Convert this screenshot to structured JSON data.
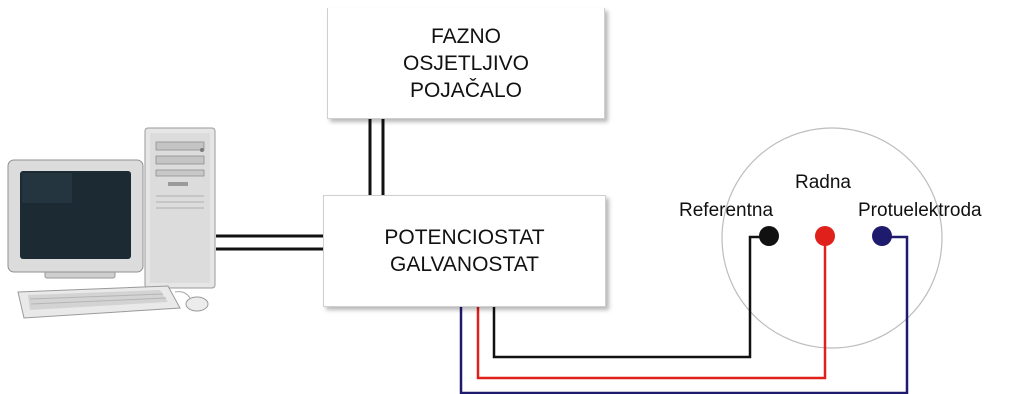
{
  "amplifier": {
    "lines": [
      "FAZNO",
      "OSJETLJIVO",
      "POJAČALO"
    ]
  },
  "potentiostat": {
    "lines": [
      "POTENCIOSTAT",
      "GALVANOSTAT"
    ]
  },
  "cell": {
    "reference_label": "Referentna",
    "working_label": "Radna",
    "counter_label": "Protuelektroda"
  },
  "colors": {
    "reference": "#111111",
    "working": "#e0201b",
    "counter": "#1e1b6e",
    "cable": "#111111",
    "cell_outline": "#bdbdbd"
  },
  "icons": {
    "computer": "desktop-computer-icon"
  }
}
